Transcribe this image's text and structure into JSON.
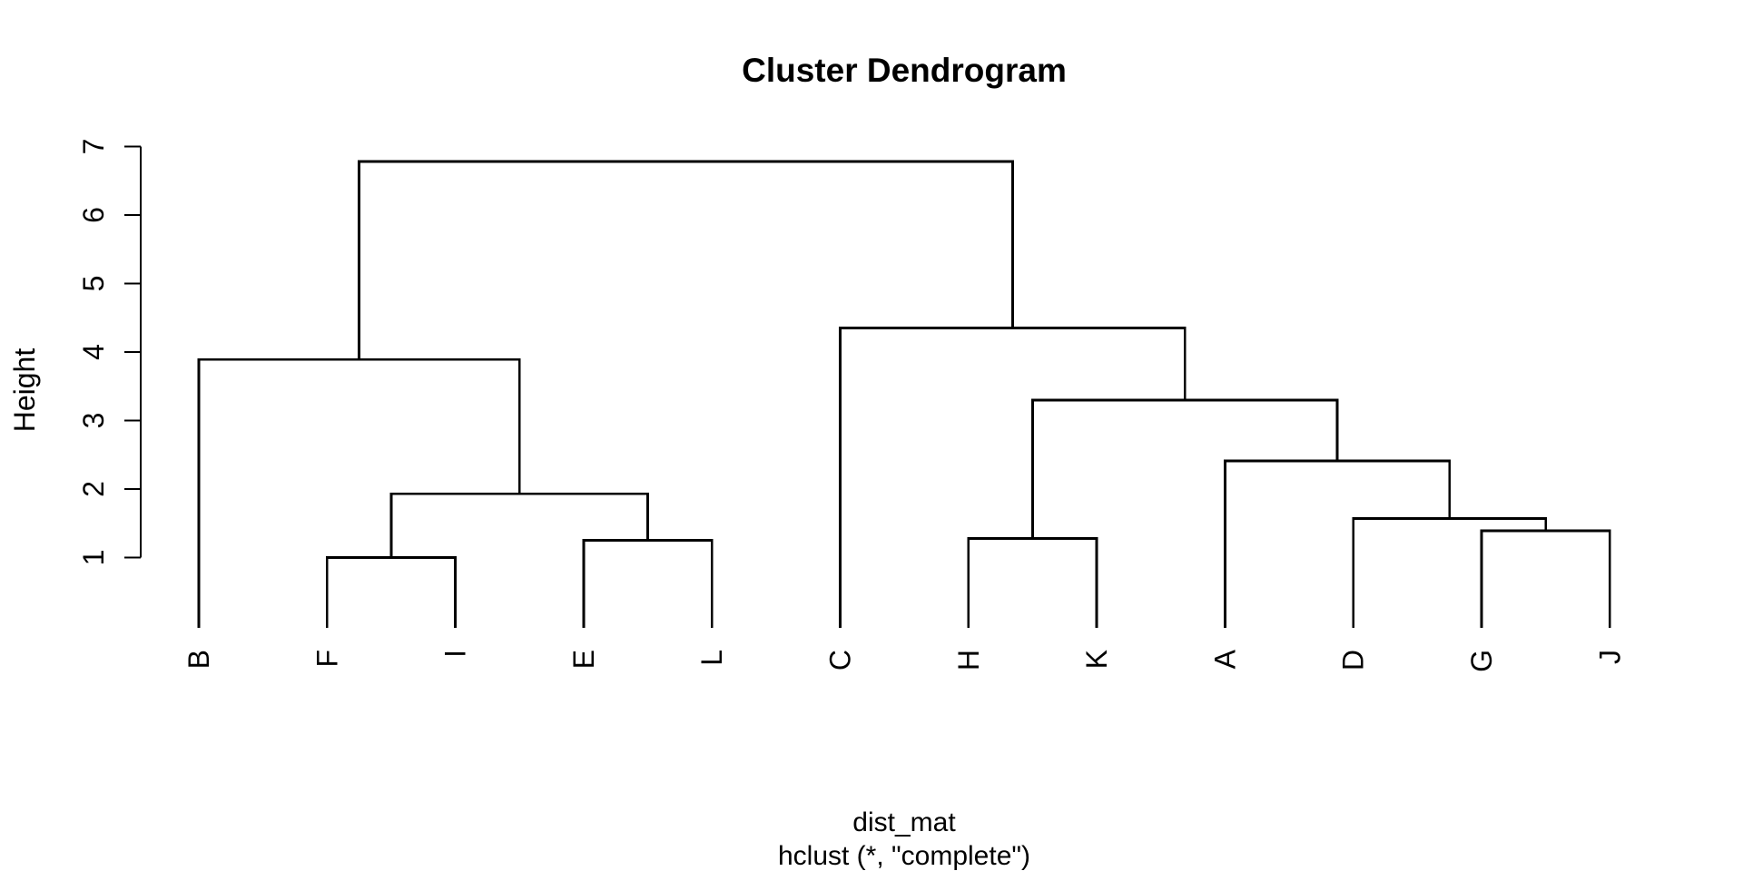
{
  "page": {
    "background": "#ffffff",
    "foreground": "#000000"
  },
  "chart_data": {
    "type": "dendrogram",
    "title": "Cluster Dendrogram",
    "ylabel": "Height",
    "xlabel": "dist_mat",
    "sub": "hclust (*, \"complete\")",
    "leaves": [
      "B",
      "F",
      "I",
      "E",
      "L",
      "C",
      "H",
      "K",
      "A",
      "D",
      "G",
      "J"
    ],
    "yticks": [
      1,
      2,
      3,
      4,
      5,
      6,
      7
    ],
    "ylim": [
      0,
      7
    ],
    "grid": false,
    "legend": null,
    "leaf_base_height": 0,
    "merges": [
      {
        "cluster": "F-I",
        "a": "F",
        "b": "I",
        "height": 1.0
      },
      {
        "cluster": "E-L",
        "a": "E",
        "b": "L",
        "height": 1.25
      },
      {
        "cluster": "H-K",
        "a": "H",
        "b": "K",
        "height": 1.28
      },
      {
        "cluster": "G-J",
        "a": "G",
        "b": "J",
        "height": 1.39
      },
      {
        "cluster": "D-GJ",
        "a": "D",
        "b": "G-J",
        "height": 1.57
      },
      {
        "cluster": "FI-EL",
        "a": "F-I",
        "b": "E-L",
        "height": 1.93
      },
      {
        "cluster": "A-DGJ",
        "a": "A",
        "b": "D-GJ",
        "height": 2.41
      },
      {
        "cluster": "HK-ADGJ",
        "a": "H-K",
        "b": "A-DGJ",
        "height": 3.3
      },
      {
        "cluster": "B-FIEL",
        "a": "B",
        "b": "FI-EL",
        "height": 3.89
      },
      {
        "cluster": "C-HKADGJ",
        "a": "C",
        "b": "HK-ADGJ",
        "height": 4.35
      },
      {
        "cluster": "root",
        "a": "B-FIEL",
        "b": "C-HKADGJ",
        "height": 6.78
      }
    ]
  }
}
